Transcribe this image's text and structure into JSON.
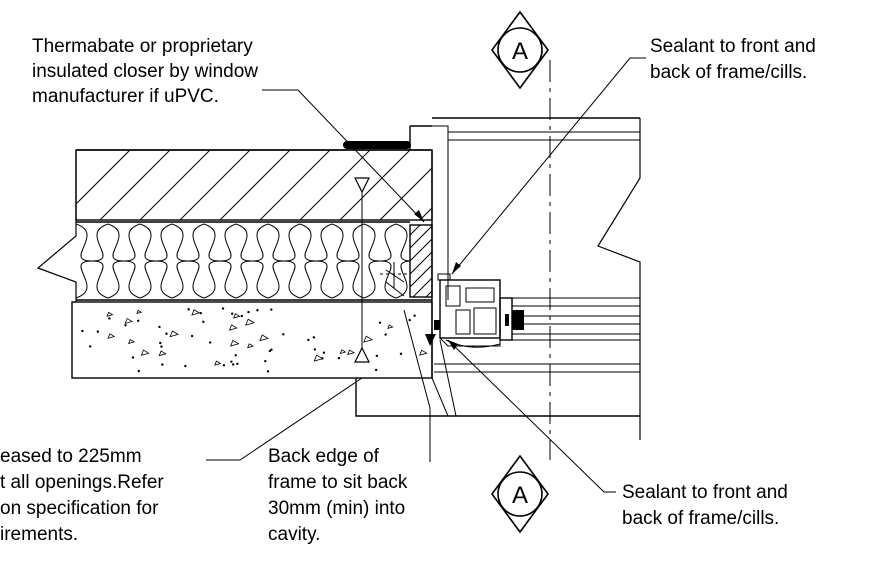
{
  "annotations": {
    "closer": [
      "Thermabate or proprietary",
      "insulated closer by window",
      "manufacturer if uPVC."
    ],
    "sealant_top": [
      "Sealant to front and",
      "back of frame/cills."
    ],
    "lintel": [
      "eased to 225mm",
      "t all openings.Refer",
      "on specification for",
      "irements."
    ],
    "back_edge": [
      "Back edge of",
      "frame to sit back",
      "30mm (min) into",
      "cavity."
    ],
    "sealant_bottom": [
      "Sealant to front and",
      "back of frame/cills."
    ]
  },
  "section_marks": {
    "top": "A",
    "bottom": "A"
  }
}
